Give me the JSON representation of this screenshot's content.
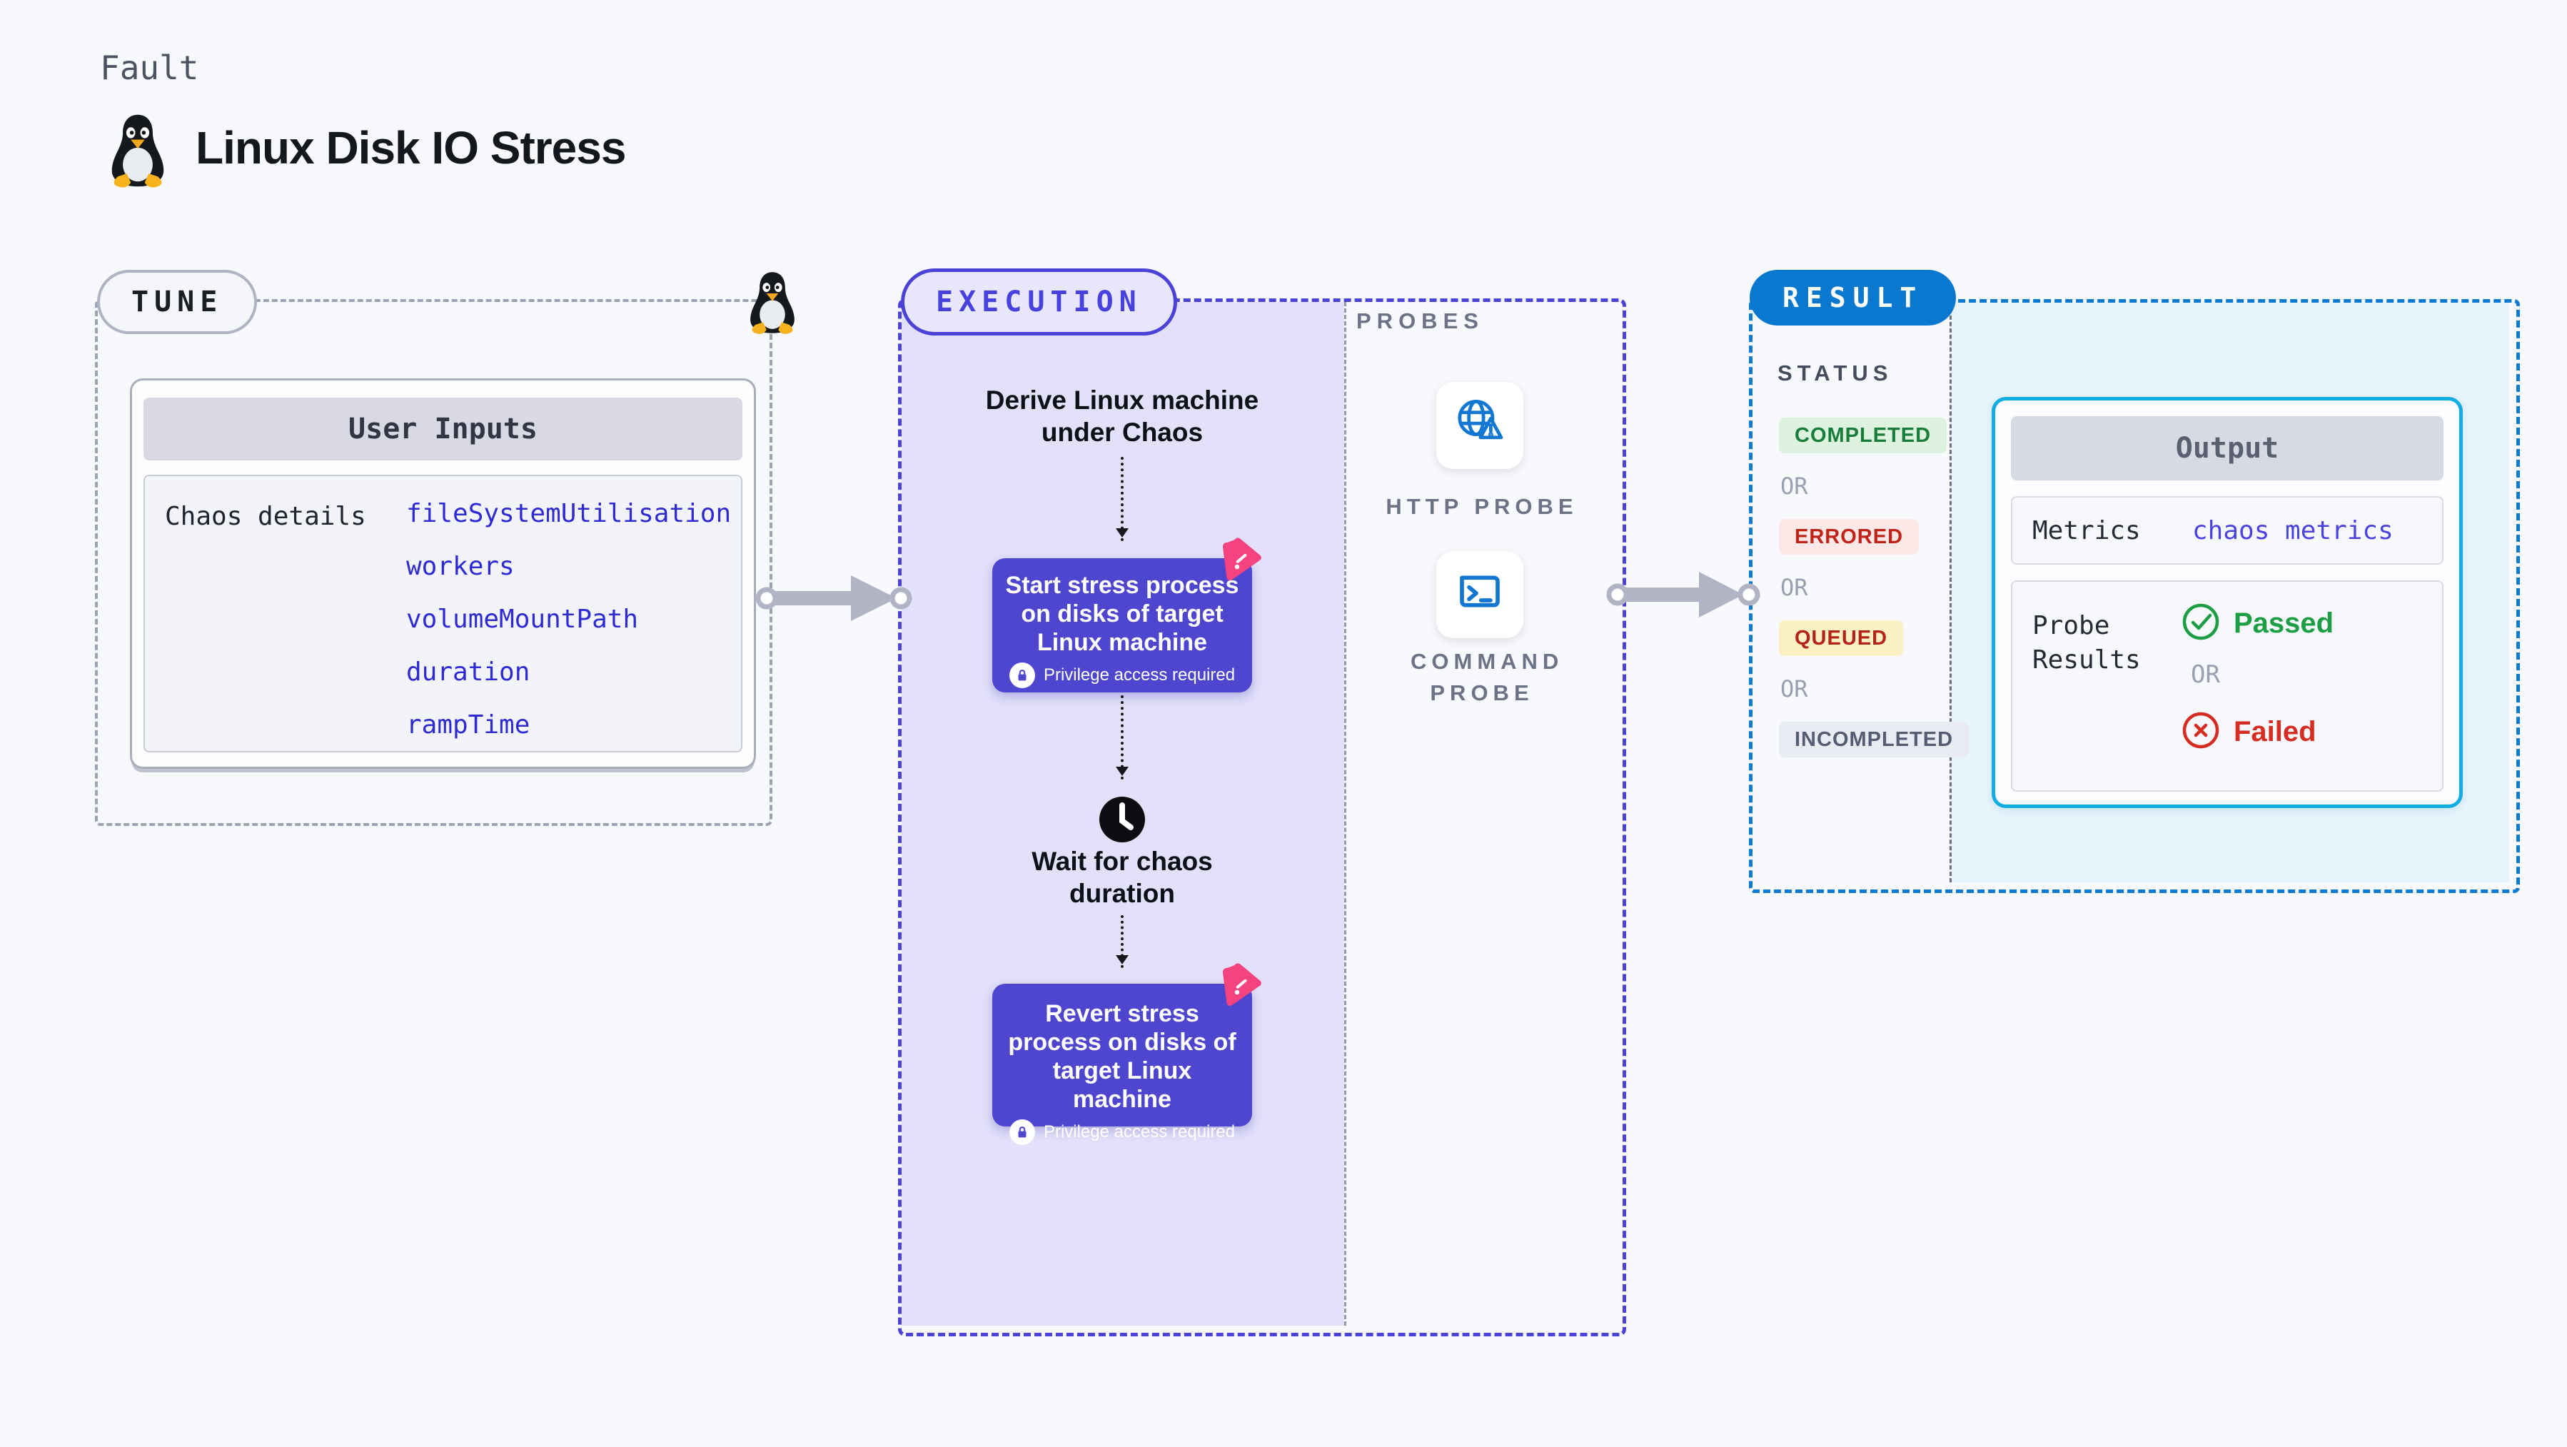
{
  "header": {
    "kicker": "Fault",
    "title": "Linux Disk IO Stress",
    "icon": "tux-penguin-icon"
  },
  "tune": {
    "badge": "TUNE",
    "user_inputs_title": "User Inputs",
    "chaos_details_label": "Chaos details",
    "inputs": [
      "fileSystemUtilisation",
      "workers",
      "volumeMountPath",
      "duration",
      "rampTime"
    ]
  },
  "execution": {
    "badge": "EXECUTION",
    "derive_step": "Derive Linux machine under Chaos",
    "start_step": {
      "label": "Start stress process on disks of target Linux machine",
      "note": "Privilege access required"
    },
    "wait_step": "Wait for chaos duration",
    "revert_step": {
      "label": "Revert stress process on disks of target Linux machine",
      "note": "Privilege access required"
    },
    "probes": {
      "title": "PROBES",
      "items": [
        {
          "label": "HTTP PROBE",
          "icon": "globe-alert-icon"
        },
        {
          "label": "COMMAND PROBE",
          "icon": "terminal-icon"
        }
      ]
    }
  },
  "result": {
    "badge": "RESULT",
    "status_title": "STATUS",
    "or_label": "OR",
    "statuses": [
      {
        "label": "COMPLETED",
        "bg": "#def2e0",
        "color": "#177d39"
      },
      {
        "label": "ERRORED",
        "bg": "#fbe8e7",
        "color": "#c02318"
      },
      {
        "label": "QUEUED",
        "bg": "#fcf0c5",
        "color": "#b42318"
      },
      {
        "label": "INCOMPLETED",
        "bg": "#e9ebf3",
        "color": "#555d72"
      }
    ],
    "output": {
      "title": "Output",
      "metrics_label": "Metrics",
      "metrics_value": "chaos metrics",
      "probe_results_label": "Probe Results",
      "passed_label": "Passed",
      "or_label": "OR",
      "failed_label": "Failed"
    }
  },
  "colors": {
    "page_bg": "#f8f9fc",
    "indigo_border": "#4b43d8",
    "lavender_panel": "#e2e0fa",
    "node_indigo": "#4f46d0",
    "result_blue": "#0b78d0",
    "result_panel": "#e7f4fb",
    "output_border": "#12ade4",
    "input_link_blue": "#2e2ad4",
    "probe_icon_blue": "#1277d3",
    "passed_green": "#1d9e44",
    "failed_red": "#d62c22",
    "litmus_pink": "#f5437f"
  }
}
